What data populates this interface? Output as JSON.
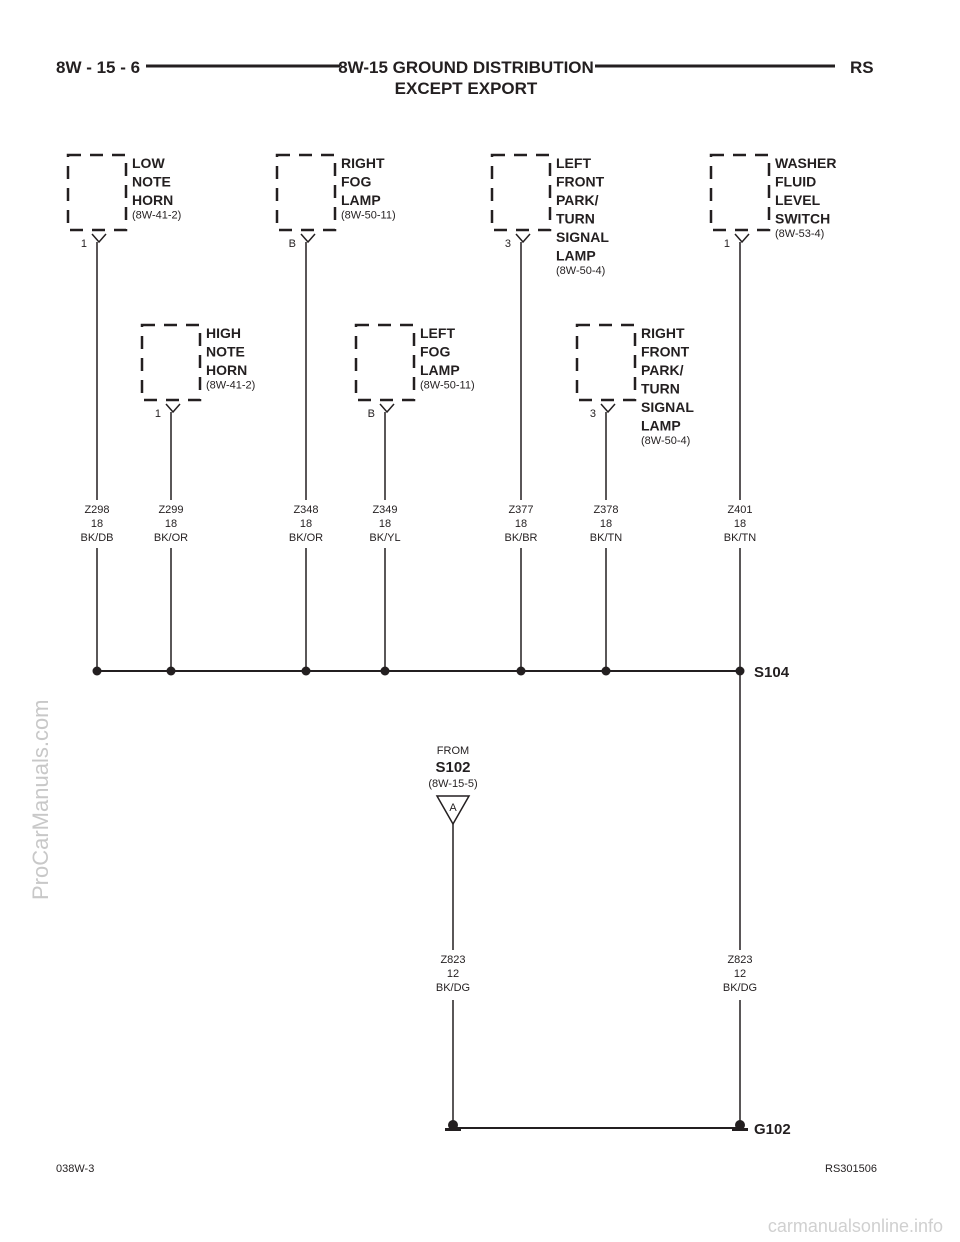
{
  "header": {
    "page_code": "8W - 15 - 6",
    "title": "8W-15 GROUND DISTRIBUTION",
    "subtitle": "EXCEPT EXPORT",
    "model": "RS"
  },
  "components": [
    {
      "id": "low-note-horn",
      "lines": [
        "LOW",
        "NOTE",
        "HORN"
      ],
      "ref": "(8W-41-2)",
      "pin": "1"
    },
    {
      "id": "right-fog-lamp",
      "lines": [
        "RIGHT",
        "FOG",
        "LAMP"
      ],
      "ref": "(8W-50-11)",
      "pin": "B"
    },
    {
      "id": "left-front-park-turn-signal-lamp",
      "lines": [
        "LEFT",
        "FRONT",
        "PARK/",
        "TURN",
        "SIGNAL",
        "LAMP"
      ],
      "ref": "(8W-50-4)",
      "pin": "3"
    },
    {
      "id": "washer-fluid-level-switch",
      "lines": [
        "WASHER",
        "FLUID",
        "LEVEL",
        "SWITCH"
      ],
      "ref": "(8W-53-4)",
      "pin": "1"
    },
    {
      "id": "high-note-horn",
      "lines": [
        "HIGH",
        "NOTE",
        "HORN"
      ],
      "ref": "(8W-41-2)",
      "pin": "1"
    },
    {
      "id": "left-fog-lamp",
      "lines": [
        "LEFT",
        "FOG",
        "LAMP"
      ],
      "ref": "(8W-50-11)",
      "pin": "B"
    },
    {
      "id": "right-front-park-turn-signal-lamp",
      "lines": [
        "RIGHT",
        "FRONT",
        "PARK/",
        "TURN",
        "SIGNAL",
        "LAMP"
      ],
      "ref": "(8W-50-4)",
      "pin": "3"
    }
  ],
  "wires": [
    {
      "circuit": "Z298",
      "gauge": "18",
      "color": "BK/DB"
    },
    {
      "circuit": "Z299",
      "gauge": "18",
      "color": "BK/OR"
    },
    {
      "circuit": "Z348",
      "gauge": "18",
      "color": "BK/OR"
    },
    {
      "circuit": "Z349",
      "gauge": "18",
      "color": "BK/YL"
    },
    {
      "circuit": "Z377",
      "gauge": "18",
      "color": "BK/BR"
    },
    {
      "circuit": "Z378",
      "gauge": "18",
      "color": "BK/TN"
    },
    {
      "circuit": "Z401",
      "gauge": "18",
      "color": "BK/TN"
    }
  ],
  "splice": {
    "name": "S104"
  },
  "from_connector": {
    "label": "FROM",
    "name": "S102",
    "ref": "(8W-15-5)",
    "pin": "A"
  },
  "ground_wires": [
    {
      "circuit": "Z823",
      "gauge": "12",
      "color": "BK/DG"
    },
    {
      "circuit": "Z823",
      "gauge": "12",
      "color": "BK/DG"
    }
  ],
  "ground": {
    "name": "G102"
  },
  "footer": {
    "left_code": "038W-3",
    "right_code": "RS301506"
  },
  "watermarks": {
    "side": "ProCarManuals.com",
    "bottom": "carmanualsonline.info"
  },
  "colors": {
    "ink": "#231f20",
    "watermark": "#c8c8c8"
  }
}
